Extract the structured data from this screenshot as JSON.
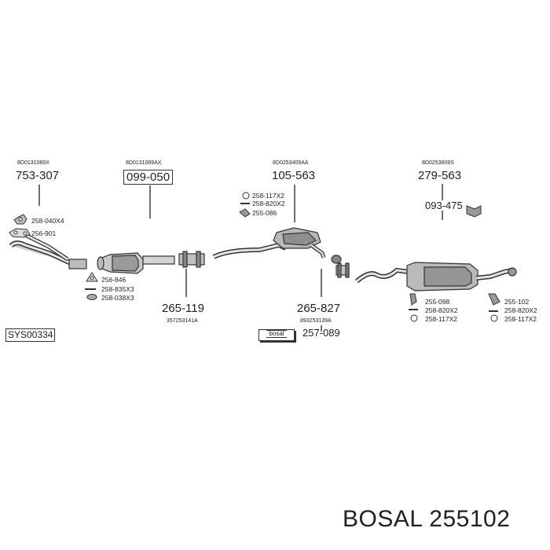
{
  "group1": {
    "oem": "8D0131089X",
    "part": "753-307",
    "items": [
      "258-040X4",
      "256-901"
    ],
    "items_lower": [
      "256-846",
      "258-835X3",
      "258-038X3"
    ]
  },
  "group2": {
    "oem": "8D0131089AX",
    "part": "099-050"
  },
  "group3": {
    "part": "265-119",
    "oem": "357253141A"
  },
  "group4": {
    "oem": "8D0253409AA",
    "part": "105-563",
    "items": [
      "258-117X2",
      "258-820X2",
      "255-086"
    ]
  },
  "group5": {
    "part": "265-827",
    "oem": "893253139A",
    "kit": "257-089",
    "logo_text": "bosal"
  },
  "group6": {
    "oem": "8D0253609S",
    "part": "279-563",
    "sub_part": "093-475"
  },
  "group7": {
    "items": [
      "255-098",
      "258-820X2",
      "258-117X2"
    ]
  },
  "group8": {
    "items": [
      "255-102",
      "258-820X2",
      "258-117X2"
    ]
  },
  "system_code": "SYS00334",
  "product": {
    "brand": "BOSAL",
    "number": "255102"
  }
}
